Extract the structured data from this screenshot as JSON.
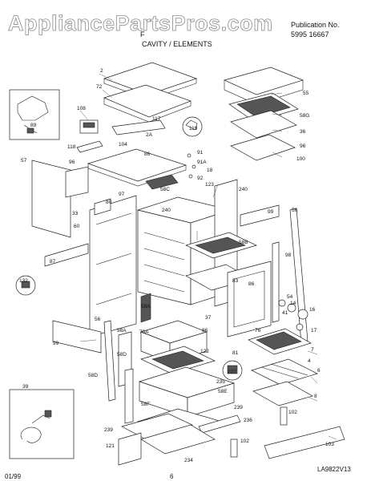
{
  "header": {
    "watermark": "AppliancePartsPros.com",
    "model_partial": "F",
    "publication_label": "Publication No.",
    "publication_number": "5995 16667",
    "section_title": "CAVITY / ELEMENTS"
  },
  "footer": {
    "date": "01/99",
    "page": "6",
    "diagram_id": "LA9822V13"
  },
  "part_labels": [
    "2",
    "72",
    "108",
    "89",
    "55",
    "58G",
    "36",
    "96",
    "100",
    "117",
    "2A",
    "119",
    "104",
    "86",
    "118",
    "91",
    "91A",
    "18",
    "92",
    "57",
    "96",
    "123",
    "240",
    "58C",
    "97",
    "80",
    "33",
    "60",
    "99",
    "56",
    "240",
    "58B",
    "87",
    "132",
    "98",
    "83",
    "86",
    "54",
    "14",
    "16",
    "41",
    "58A",
    "37",
    "56",
    "70A",
    "86",
    "17",
    "99",
    "98A",
    "76",
    "7",
    "58D",
    "122",
    "4",
    "6",
    "227",
    "81",
    "58D",
    "58E",
    "8",
    "235",
    "39",
    "58F",
    "239",
    "236",
    "102",
    "121",
    "239",
    "234",
    "102",
    "103"
  ]
}
